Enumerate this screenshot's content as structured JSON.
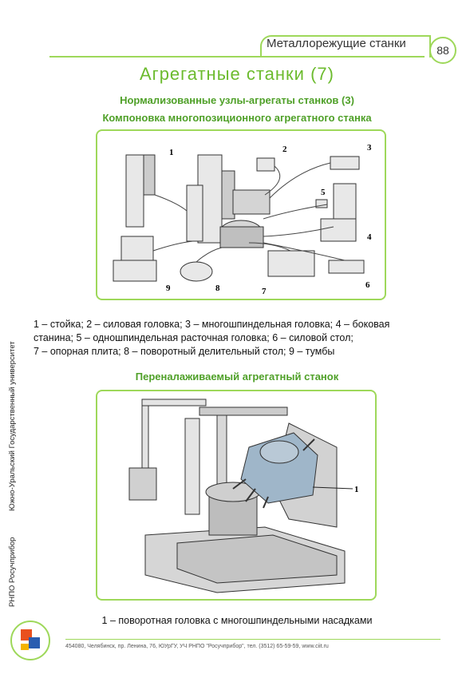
{
  "header": {
    "section": "Металлорежущие станки",
    "page_number": "88"
  },
  "title": "Агрегатные станки (7)",
  "subtitle1": "Нормализованные узлы-агрегаты станков (3)",
  "subtitle2": "Компоновка многопозиционного агрегатного станка",
  "figure1_labels": [
    "1",
    "2",
    "3",
    "4",
    "5",
    "6",
    "7",
    "8",
    "9"
  ],
  "caption1": {
    "line1": "1 – стойка; 2 – силовая головка; 3 – многошпиндельная головка; 4 – боковая",
    "line2": "станина; 5 –  одношпиндельная расточная головка; 6 – силовой стол;",
    "line3": "7 – опорная плита; 8 – поворотный делительный стол; 9 – тумбы"
  },
  "subtitle3": "Переналаживаемый агрегатный станок",
  "figure2_label": "1",
  "caption2": "1 – поворотная головка с многошпиндельными насадками",
  "vertical": {
    "org1": "РНПО Росучприбор",
    "org2": "Южно-Уральский Государственный университет"
  },
  "footer": "454080, Челябинск, пр. Ленина, 76, ЮУрГУ, УЧ РНПО \"Росучприбор\", тел. (3512) 65-59-59, www.ciit.ru"
}
